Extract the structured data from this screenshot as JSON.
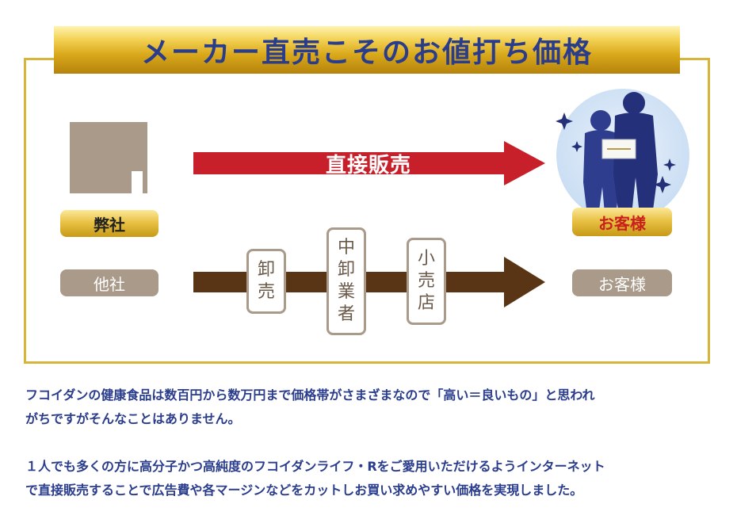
{
  "header": {
    "title": "メーカー直売こそのお値打ち価格"
  },
  "direct_route": {
    "company_label": "弊社",
    "arrow_label": "直接販売",
    "customer_label": "お客様",
    "logo_icon": "company-logo-icon",
    "customers_icon": "customers-silhouette-icon"
  },
  "indirect_route": {
    "company_label": "他社",
    "customer_label": "お客様",
    "intermediaries": [
      {
        "chars": [
          "卸",
          "売"
        ]
      },
      {
        "chars": [
          "中",
          "卸",
          "業",
          "者"
        ]
      },
      {
        "chars": [
          "小",
          "売",
          "店"
        ]
      }
    ]
  },
  "description": {
    "paragraph1": [
      "フコイダンの健康食品は数百円から数万円まで価格帯がさまざまなので「高い＝良いもの」と思われ",
      "がちですがそんなことはありません。"
    ],
    "paragraph2": [
      "１人でも多くの方に高分子かつ高純度のフコイダンライフ・Rをご愛用いただけるようインターネット",
      "で直接販売することで広告費や各マージンなどをカットしお買い求めやすい価格を実現しました。"
    ]
  },
  "colors": {
    "navy": "#2a3c8c",
    "gold": "#e0b93a",
    "red_arrow": "#c8202a",
    "brown_arrow": "#5a3515",
    "taupe": "#a99a8a",
    "sky": "#d6e6f7"
  }
}
